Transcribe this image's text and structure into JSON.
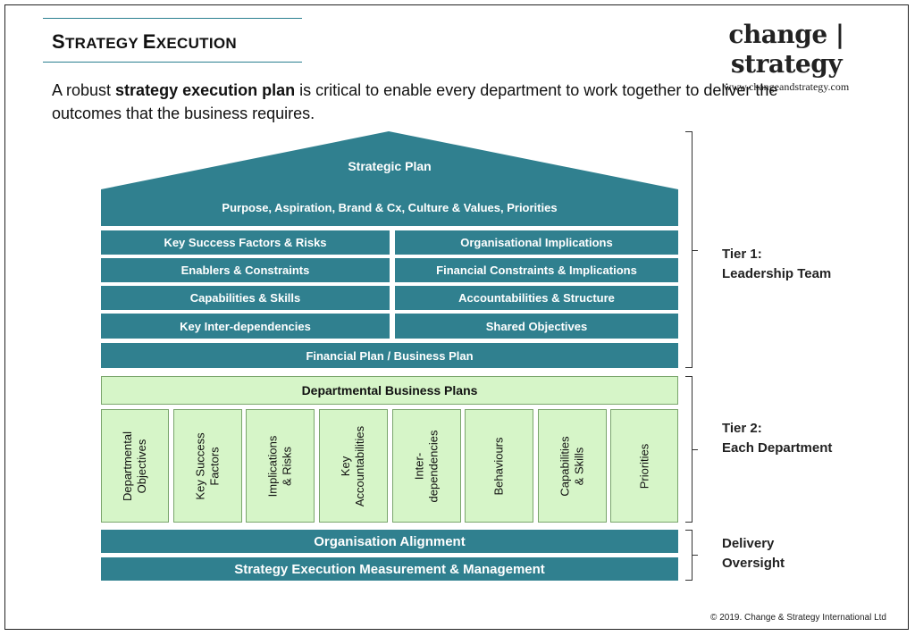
{
  "header": {
    "title_first": "S",
    "title_rest": "TRATEGY ",
    "title_second": "E",
    "title_second_rest": "XECUTION",
    "logo_name": "change | strategy",
    "logo_url": "www.changeandstrategy.com"
  },
  "intro": {
    "prefix": "A robust ",
    "bold": "strategy execution plan",
    "suffix": " is critical to enable every department to work together to deliver the outcomes that the business requires."
  },
  "tier1": {
    "roof_title": "Strategic Plan",
    "roof_subtitle": "Purpose, Aspiration,  Brand & Cx, Culture & Values, Priorities",
    "left": [
      "Key Success Factors & Risks",
      "Enablers & Constraints",
      "Capabilities & Skills",
      "Key Inter-dependencies"
    ],
    "right": [
      "Organisational Implications",
      "Financial  Constraints & Implications",
      "Accountabilities & Structure",
      "Shared Objectives"
    ],
    "footer": "Financial  Plan / Business Plan",
    "label_line1": "Tier 1:",
    "label_line2": "Leadership Team"
  },
  "tier2": {
    "header": "Departmental Business Plans",
    "columns": [
      "Departmental\nObjectives",
      "Key Success\nFactors",
      "Implications\n& Risks",
      "Key\nAccountabilities",
      "Inter-\ndependencies",
      "Behaviours",
      "Capabilities\n& Skills",
      "Priorities"
    ],
    "label_line1": "Tier 2:",
    "label_line2": "Each Department"
  },
  "delivery": {
    "bar1": "Organisation Alignment",
    "bar2": "Strategy Execution Measurement & Management",
    "label_line1": "Delivery",
    "label_line2": "Oversight"
  },
  "footer": {
    "copyright": "© 2019. Change & Strategy International Ltd"
  },
  "colors": {
    "teal": "#30808f",
    "light_green": "#d6f5c8"
  }
}
